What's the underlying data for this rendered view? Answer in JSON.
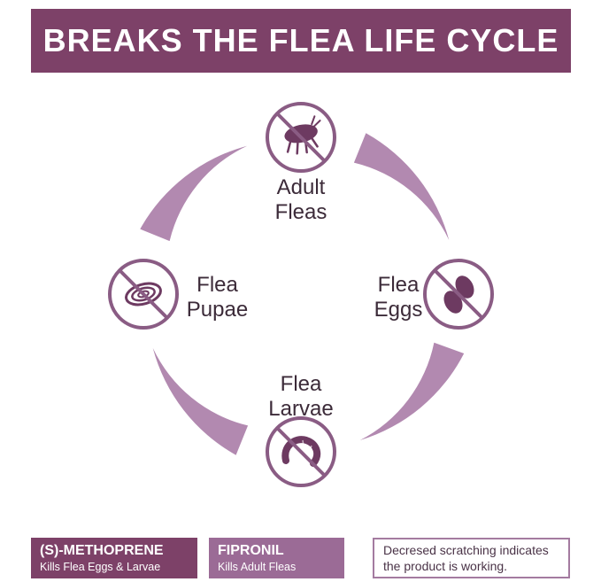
{
  "theme": {
    "plum": "#7d4168",
    "mauve": "#b289b0",
    "mid-purple": "#9b6b96",
    "icon-stroke": "#8a5c84",
    "icon-fill": "#6d3a61",
    "label-color": "#3c2b39",
    "note-text": "#4a3347",
    "note-border": "#a47ba0"
  },
  "header": {
    "title": "BREAKS THE FLEA LIFE CYCLE"
  },
  "cycle": {
    "stages": [
      {
        "id": "adult-fleas",
        "label": "Adult\nFleas",
        "icon": "no-adult-fleas-icon"
      },
      {
        "id": "flea-eggs",
        "label": "Flea\nEggs",
        "icon": "no-flea-eggs-icon"
      },
      {
        "id": "flea-larvae",
        "label": "Flea\nLarvae",
        "icon": "no-flea-larvae-icon"
      },
      {
        "id": "flea-pupae",
        "label": "Flea\nPupae",
        "icon": "no-flea-pupae-icon"
      }
    ]
  },
  "legend": {
    "methoprene": {
      "name": "(S)-METHOPRENE",
      "desc": "Kills Flea Eggs & Larvae"
    },
    "fipronil": {
      "name": "FIPRONIL",
      "desc": "Kills Adult Fleas"
    }
  },
  "note": {
    "text": "Decresed scratching  indicates\nthe product is working."
  }
}
